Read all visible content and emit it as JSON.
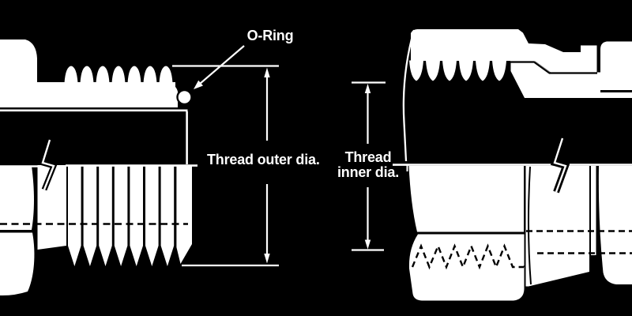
{
  "colors": {
    "background": "#000000",
    "ink": "#ffffff"
  },
  "labels": {
    "o_ring": "O-Ring",
    "thread_outer": "Thread outer dia.",
    "thread_inner_line1": "Thread",
    "thread_inner_line2": "inner dia."
  }
}
